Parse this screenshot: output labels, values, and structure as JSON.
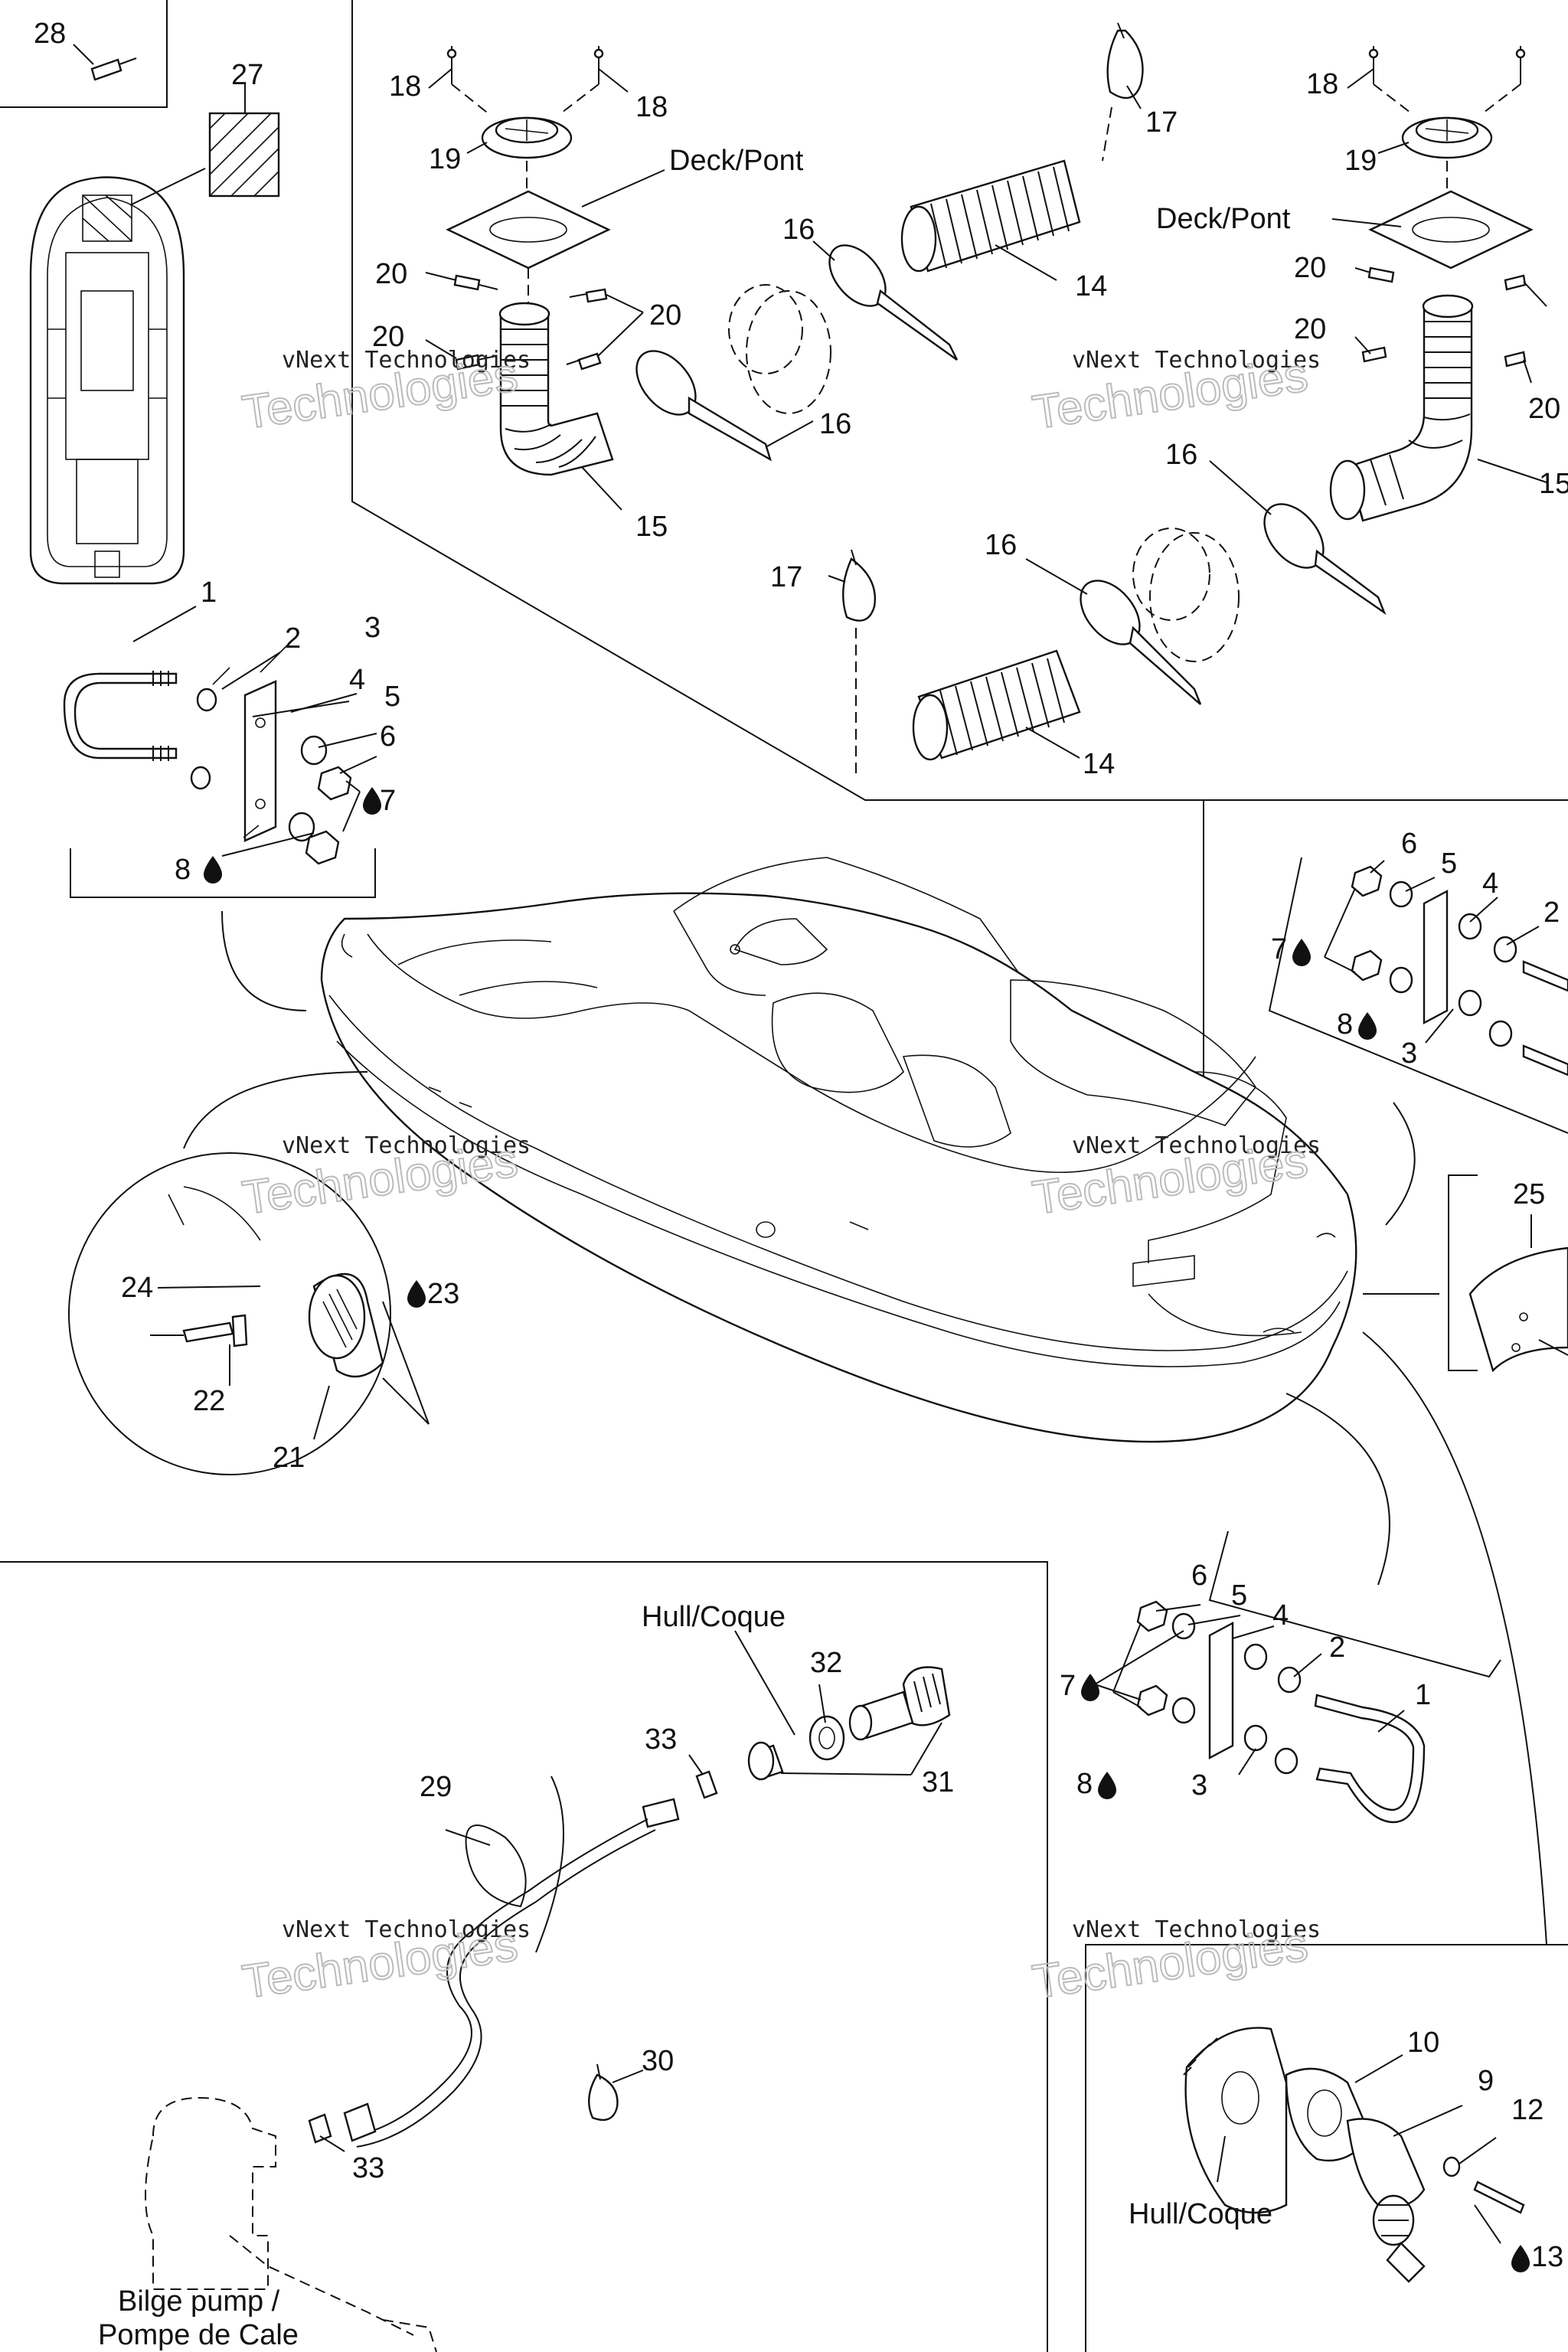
{
  "labels": {
    "deck_left": "Deck/Pont",
    "deck_right": "Deck/Pont",
    "hull_bottom": "Hull/Coque",
    "hull_right": "Hull/Coque",
    "bilge_line1": "Bilge pump /",
    "bilge_line2": "Pompe de Cale"
  },
  "watermark": {
    "line1": "vNext Technologies",
    "line2": "Technologies"
  },
  "callouts": {
    "c28": "28",
    "c27": "27",
    "c18a": "18",
    "c18b": "18",
    "c19a": "19",
    "c20a": "20",
    "c20b": "20",
    "c20c": "20",
    "c15a": "15",
    "c16a": "16",
    "c16b": "16",
    "c14a": "14",
    "c17a": "17",
    "c18c": "18",
    "c19b": "19",
    "c20d": "20",
    "c20e": "20",
    "c20f": "20",
    "c15b": "15",
    "c16c": "16",
    "c16d": "16",
    "c17b": "17",
    "c14b": "14",
    "c1a": "1",
    "c2a": "2",
    "c3a": "3",
    "c4a": "4",
    "c5a": "5",
    "c6a": "6",
    "c7a": "7",
    "c8a": "8",
    "c6b": "6",
    "c5b": "5",
    "c4b": "4",
    "c2b": "2",
    "c7b": "7",
    "c8b": "8",
    "c3b": "3",
    "c25": "25",
    "c24": "24",
    "c23": "23",
    "c22": "22",
    "c21": "21",
    "c29": "29",
    "c30": "30",
    "c31": "31",
    "c32": "32",
    "c33a": "33",
    "c33b": "33",
    "c6c": "6",
    "c5c": "5",
    "c4c": "4",
    "c2c": "2",
    "c1c": "1",
    "c7c": "7",
    "c8c": "8",
    "c3c": "3",
    "c10": "10",
    "c9": "9",
    "c12": "12",
    "c13": "13"
  }
}
